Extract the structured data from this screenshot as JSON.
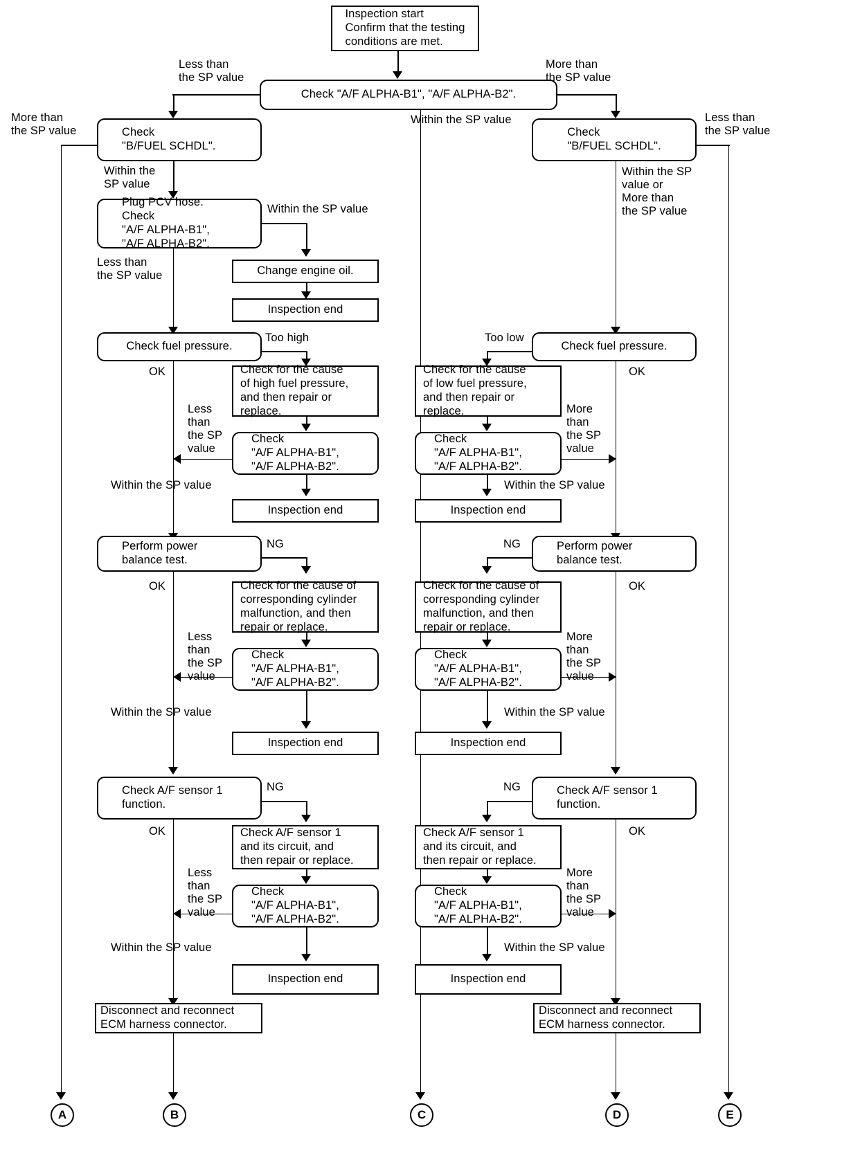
{
  "title": "A/F ALPHA diagnostic flow chart",
  "nodes": {
    "start": "Inspection start\nConfirm that the testing\nconditions are met.",
    "check_alpha_main": "Check \"A/F ALPHA-B1\", \"A/F ALPHA-B2\".",
    "check_bfuel_left": "Check\n\"B/FUEL SCHDL\".",
    "check_bfuel_right": "Check\n\"B/FUEL SCHDL\".",
    "plug_pcv": "Plug PCV hose.\nCheck\n\"A/F ALPHA-B1\",\n\"A/F ALPHA-B2\".",
    "change_oil": "Change engine oil.",
    "inspection_end": "Inspection end",
    "check_fuel_pressure_left": "Check fuel pressure.",
    "check_fuel_pressure_right": "Check fuel pressure.",
    "cause_high_fp": "Check for the cause\nof high fuel pressure,\nand then repair or\nreplace.",
    "cause_low_fp": "Check for the cause\nof low fuel pressure,\nand then repair or\nreplace.",
    "check_alpha": "Check\n\"A/F ALPHA-B1\",\n\"A/F ALPHA-B2\".",
    "power_balance_left": "Perform power\nbalance test.",
    "power_balance_right": "Perform power\nbalance test.",
    "cause_cyl_left": "Check for the cause of\ncorresponding cylinder\nmalfunction, and then\nrepair or replace.",
    "cause_cyl_right": "Check for the cause of\ncorresponding cylinder\nmalfunction, and then\nrepair or replace.",
    "af_sensor_fn_left": "Check A/F sensor 1\nfunction.",
    "af_sensor_fn_right": "Check A/F sensor 1\nfunction.",
    "af_sensor_circuit_left": "Check A/F sensor 1\nand its circuit, and\nthen repair or replace.",
    "af_sensor_circuit_right": "Check A/F sensor 1\nand its circuit, and\nthen repair or replace.",
    "ecm_harness_left": "Disconnect and reconnect\nECM harness connector.",
    "ecm_harness_right": "Disconnect and reconnect\nECM harness connector."
  },
  "labels": {
    "less_than_sp_2l": "Less than\nthe SP value",
    "more_than_sp_2l": "More than\nthe SP value",
    "within_sp_2l": "Within the\nSP value",
    "within_sp_1l": "Within the SP value",
    "within_or_more": "Within the SP\nvalue or\nMore than\nthe SP value",
    "less_than_sp_4l": "Less\nthan\nthe SP\nvalue",
    "more_than_sp_4l": "More\nthan\nthe SP\nvalue",
    "too_high": "Too high",
    "too_low": "Too low",
    "ok": "OK",
    "ng": "NG"
  },
  "connectors": [
    {
      "id": "A",
      "label": "A"
    },
    {
      "id": "B",
      "label": "B"
    },
    {
      "id": "C",
      "label": "C"
    },
    {
      "id": "D",
      "label": "D"
    },
    {
      "id": "E",
      "label": "E"
    }
  ],
  "colors": {
    "stroke": "#000000",
    "background": "#ffffff"
  }
}
